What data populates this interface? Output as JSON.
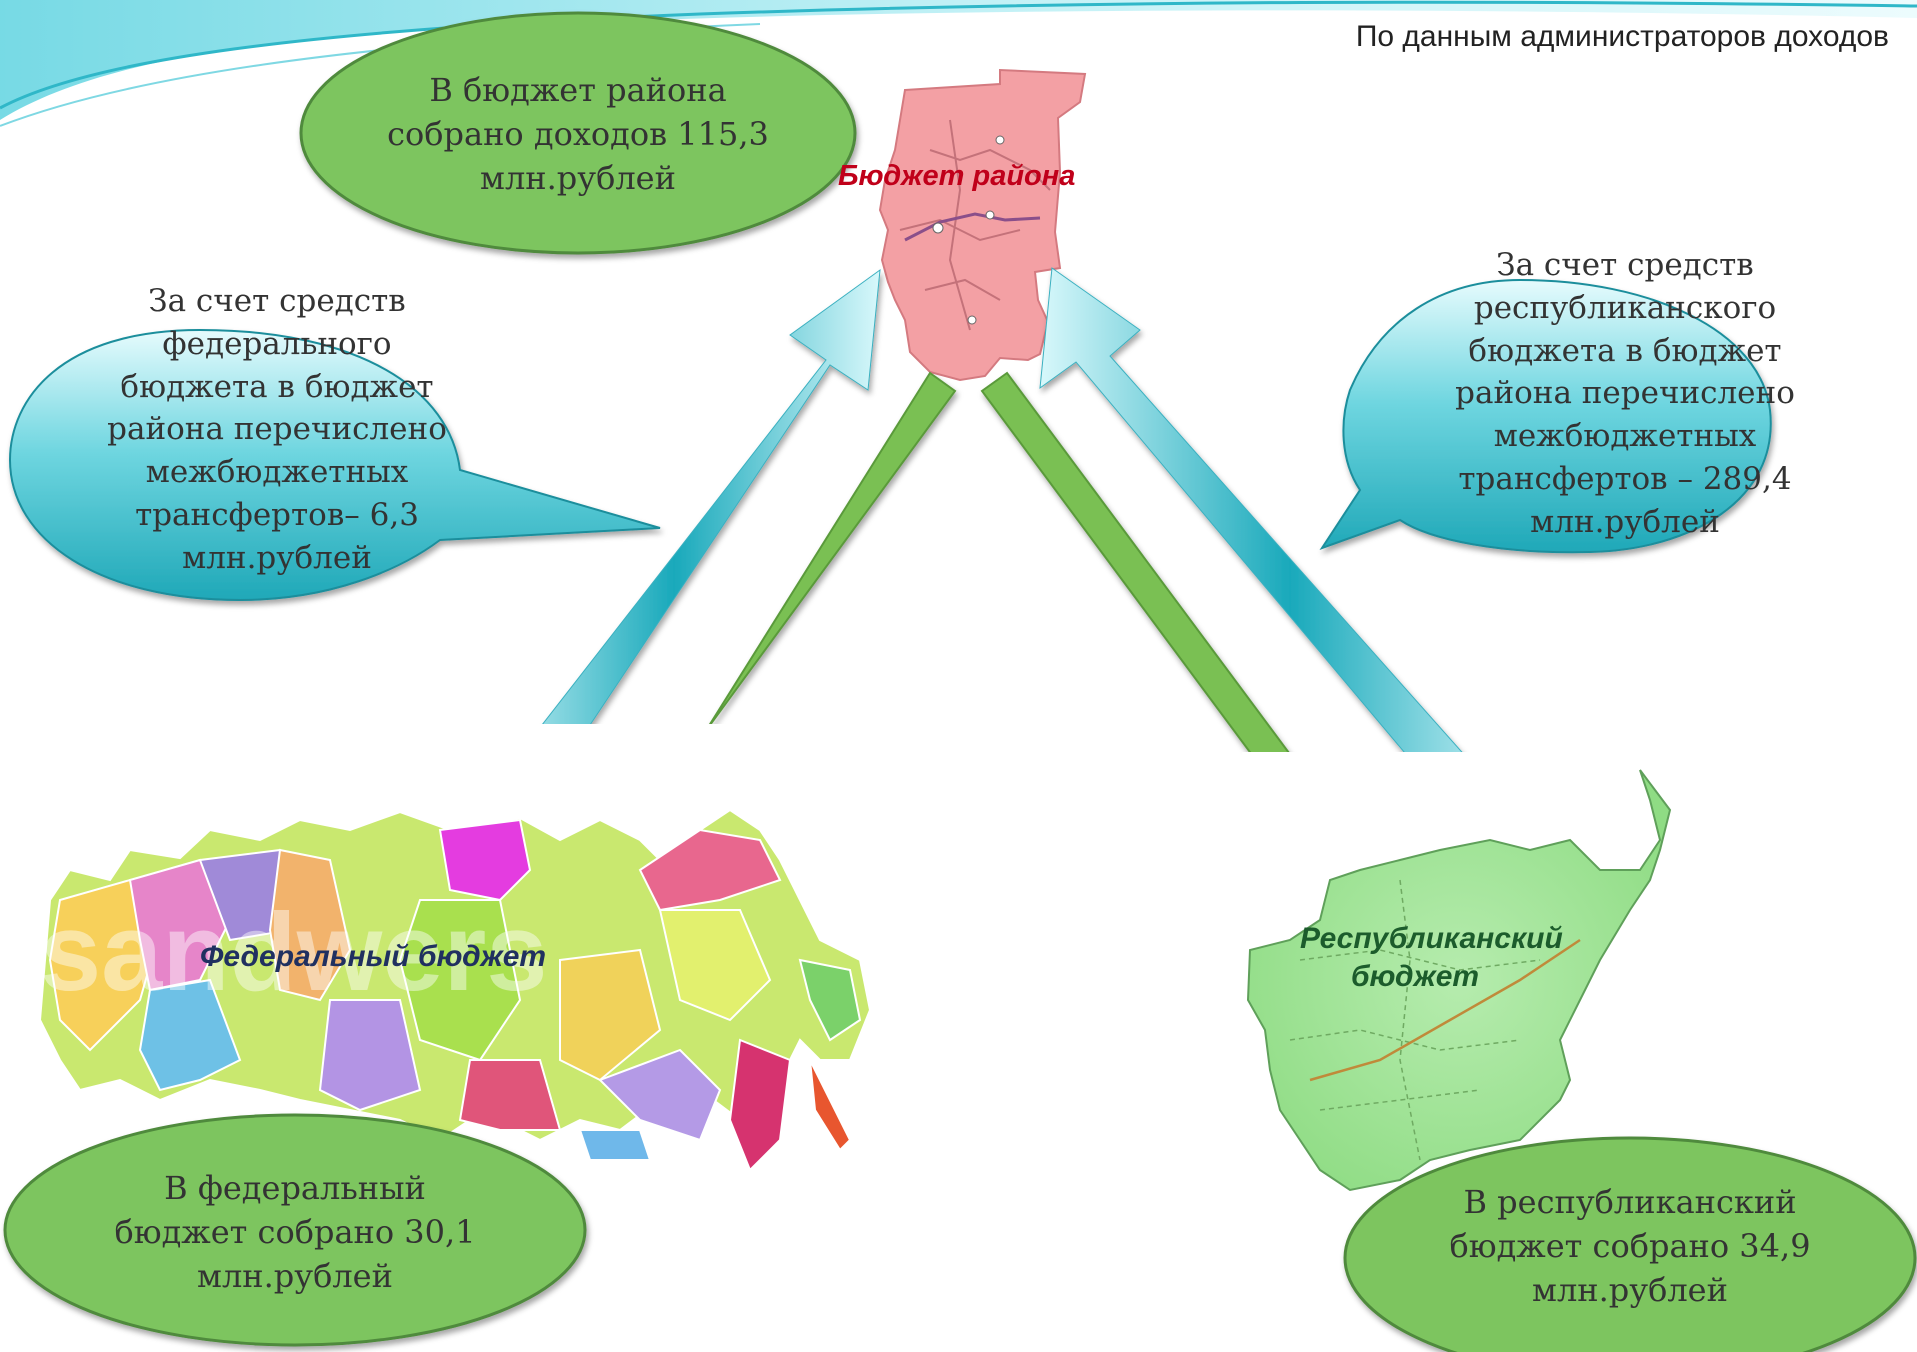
{
  "header": {
    "source_note": "По данным администраторов доходов"
  },
  "nodes": {
    "district": {
      "label": "Бюджет района",
      "collected": "В бюджет района собрано доходов 115,3 млн.рублей"
    },
    "federal": {
      "label": "Федеральный бюджет",
      "collected": "В федеральный бюджет собрано 30,1 млн.рублей",
      "watermark": "sandwers"
    },
    "republic": {
      "label": "Республиканский бюджет",
      "collected": "В республиканский бюджет собрано 34,9 млн.рублей"
    }
  },
  "transfers": {
    "federal": "За счет средств федерального бюджета в бюджет района перечислено межбюджетных трансфертов– 6,3 млн.рублей",
    "republic": "За счет средств республиканского бюджета в бюджет района перечислено межбюджетных трансфертов – 289,4 млн.рублей"
  },
  "colors": {
    "green_bubble": "#7dc55e",
    "cyan_bubble": "#3fc1cf",
    "green_arrow": "#7ac052",
    "cyan_arrow": "#5fcfdc",
    "district_label": "#c0001a",
    "federal_label": "#203060",
    "republic_label": "#1c5c2c"
  }
}
